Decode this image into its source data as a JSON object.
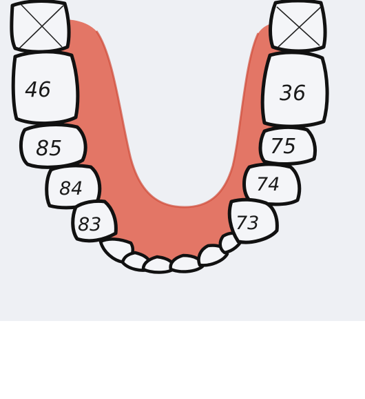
{
  "diagram": {
    "colors": {
      "paper": "#eef0f4",
      "gum": "#e0604c",
      "outline": "#111111"
    },
    "teeth_left": [
      {
        "id": "upper-left-missing",
        "label": "",
        "marked_missing": true
      },
      {
        "id": "tooth-46",
        "label": "46",
        "marked_missing": false
      },
      {
        "id": "tooth-85",
        "label": "85",
        "marked_missing": false
      },
      {
        "id": "tooth-84",
        "label": "84",
        "marked_missing": false
      },
      {
        "id": "tooth-83",
        "label": "83",
        "marked_missing": false
      }
    ],
    "teeth_right": [
      {
        "id": "upper-right-missing",
        "label": "",
        "marked_missing": true
      },
      {
        "id": "tooth-36",
        "label": "36",
        "marked_missing": false
      },
      {
        "id": "tooth-75",
        "label": "75",
        "marked_missing": false
      },
      {
        "id": "tooth-74",
        "label": "74",
        "marked_missing": false
      },
      {
        "id": "tooth-73",
        "label": "73",
        "marked_missing": false
      }
    ],
    "front_teeth_count": 6
  }
}
